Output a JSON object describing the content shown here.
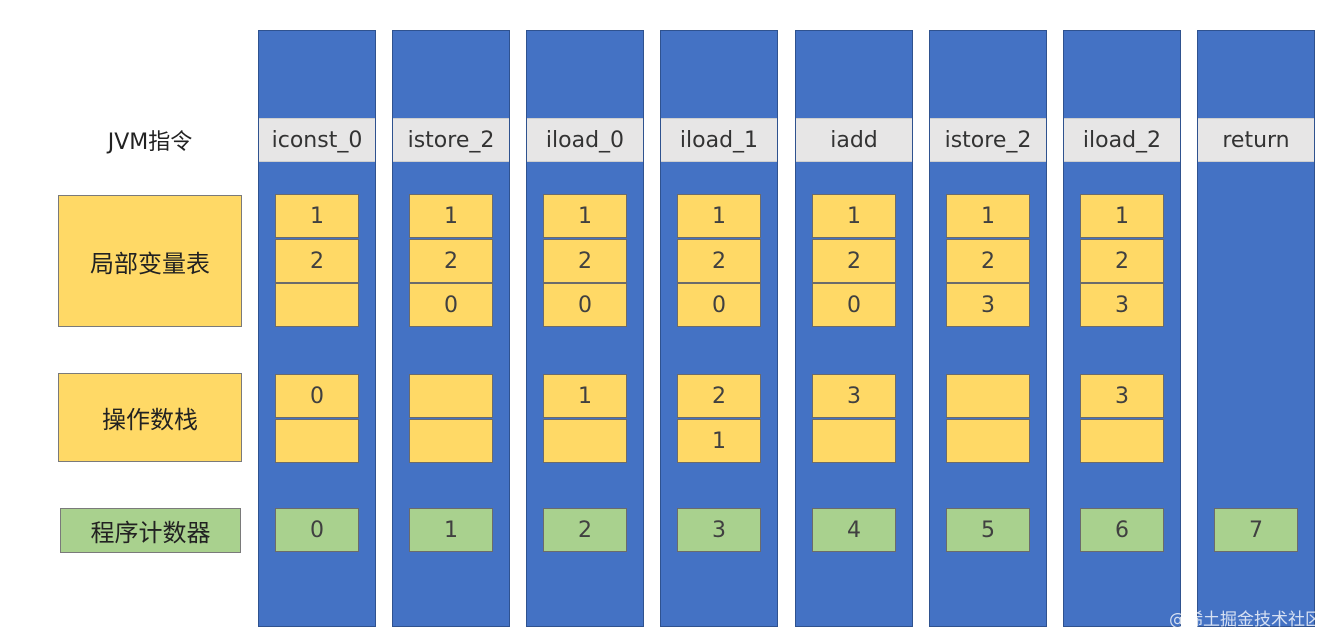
{
  "labels": {
    "jvm": "JVM指令",
    "locals": "局部变量表",
    "operand": "操作数栈",
    "pc": "程序计数器"
  },
  "colors": {
    "column_blue": "#4472c4",
    "instruction_gray": "#e7e6e6",
    "yellow": "#ffd966",
    "green": "#a9d18e"
  },
  "columns": [
    {
      "instr": "iconst_0",
      "locals": [
        "1",
        "2",
        ""
      ],
      "stack": [
        "0",
        ""
      ],
      "pc": "0"
    },
    {
      "instr": "istore_2",
      "locals": [
        "1",
        "2",
        "0"
      ],
      "stack": [
        "",
        ""
      ],
      "pc": "1"
    },
    {
      "instr": "iload_0",
      "locals": [
        "1",
        "2",
        "0"
      ],
      "stack": [
        "1",
        ""
      ],
      "pc": "2"
    },
    {
      "instr": "iload_1",
      "locals": [
        "1",
        "2",
        "0"
      ],
      "stack": [
        "2",
        "1"
      ],
      "pc": "3"
    },
    {
      "instr": "iadd",
      "locals": [
        "1",
        "2",
        "0"
      ],
      "stack": [
        "3",
        ""
      ],
      "pc": "4"
    },
    {
      "instr": "istore_2",
      "locals": [
        "1",
        "2",
        "3"
      ],
      "stack": [
        "",
        ""
      ],
      "pc": "5"
    },
    {
      "instr": "iload_2",
      "locals": [
        "1",
        "2",
        "3"
      ],
      "stack": [
        "3",
        ""
      ],
      "pc": "6"
    },
    {
      "instr": "return",
      "pc": "7"
    }
  ],
  "watermark": "@稀土掘金技术社区"
}
